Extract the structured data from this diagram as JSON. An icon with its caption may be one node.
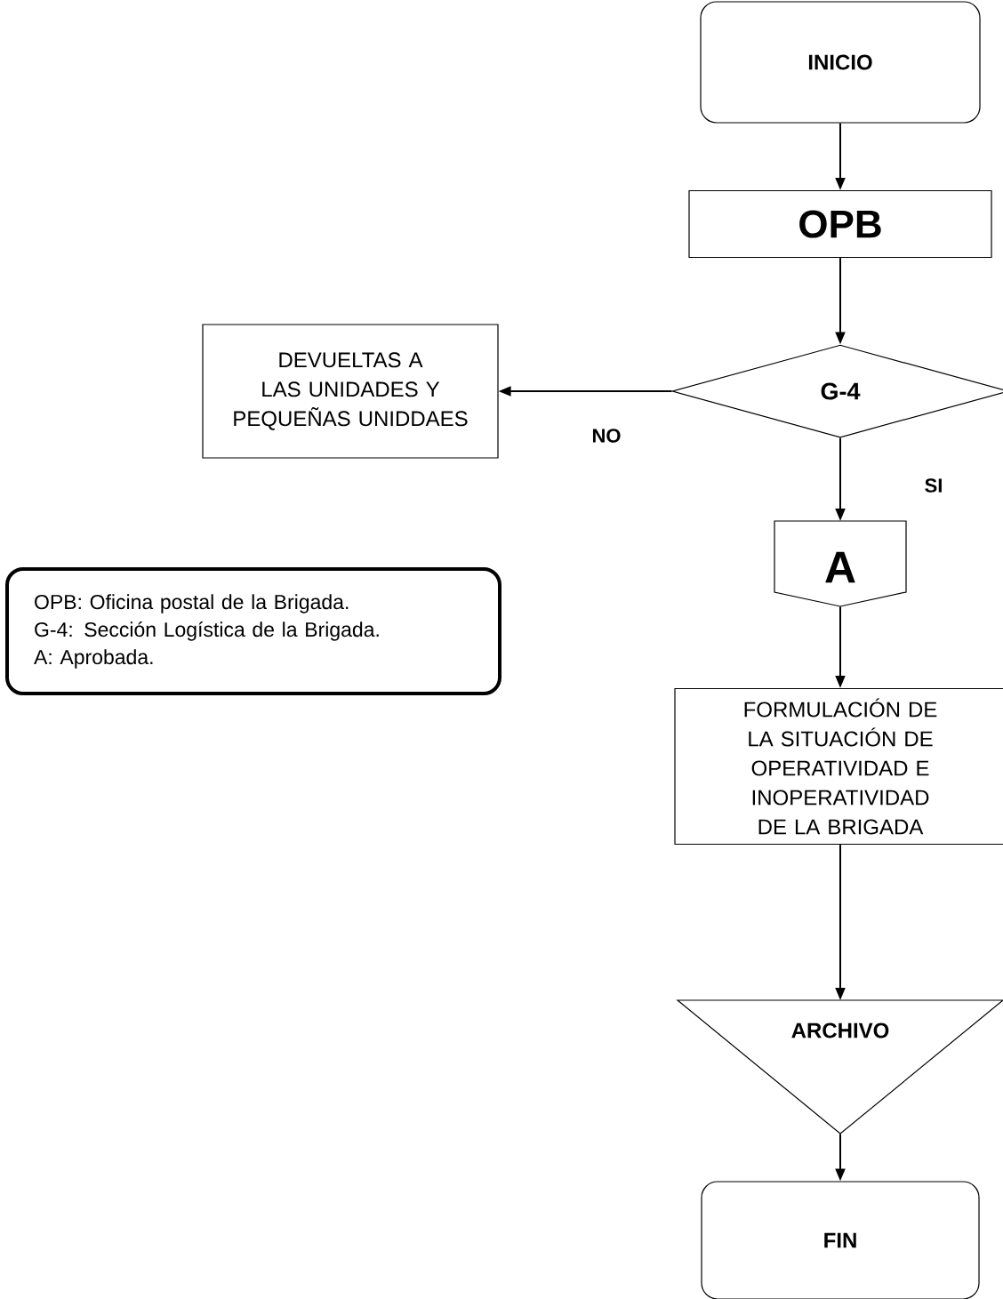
{
  "diagram": {
    "nodes": [
      {
        "text": [
          "INICIO"
        ]
      },
      {
        "text": [
          "OPB"
        ]
      },
      {
        "text": [
          "G-4"
        ]
      },
      {
        "text": [
          "DEVUELTAS A LAS UNIDADES Y PEQUEÑAS UNIDDAES"
        ]
      },
      {
        "text": [
          "A"
        ]
      },
      {
        "text": [
          "OPB: Oficina postal de la Brigada.",
          "G-4: Sección Logística de la Brigada.",
          "A: Aprobada."
        ]
      },
      {
        "text": [
          "FORMULACIÓN DE LA SITUACIÓN DE OPERATIVIDAD E INOPERATIVIDAD DE LA BRIGADA"
        ]
      },
      {
        "text": [
          "ARCHIVO"
        ]
      },
      {
        "text": [
          "FIN"
        ]
      }
    ],
    "edges": [
      {
        "from": 0,
        "to": 1,
        "arrow": "to"
      },
      {
        "from": 1,
        "to": 2,
        "arrow": "to"
      },
      {
        "from": 2,
        "to": 3,
        "arrow": "to",
        "label": "NO"
      },
      {
        "from": 2,
        "to": 4,
        "arrow": "to",
        "label": "SI"
      },
      {
        "from": 4,
        "to": 6,
        "arrow": "to"
      },
      {
        "from": 6,
        "to": 7,
        "arrow": "to"
      },
      {
        "from": 7,
        "to": 8,
        "arrow": "to"
      }
    ]
  }
}
